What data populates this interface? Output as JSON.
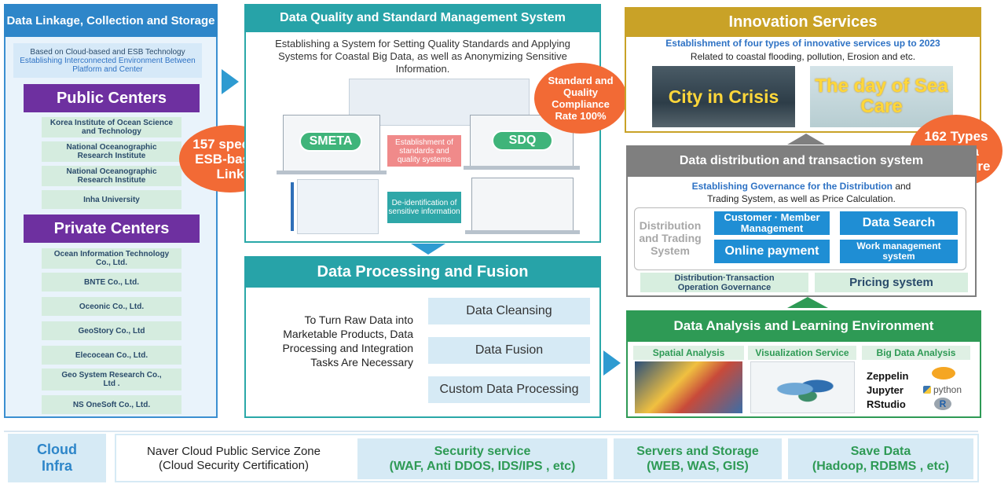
{
  "left": {
    "title": "Data Linkage, Collection and Storage",
    "note_line1": "Based on Cloud-based and ESB Technology",
    "note_line2": "Establishing Interconnected Environment Between Platform and Center",
    "public_title": "Public Centers",
    "public_items": [
      "Korea Institute of Ocean Science and Technology",
      "National Oceanographic Research Institute",
      "National Oceanographic Research Institute",
      "Inha University"
    ],
    "private_title": "Private Centers",
    "private_items": [
      "Ocean Information Technology Co., Ltd.",
      "BNTE Co., Ltd.",
      "Oceonic Co., Ltd.",
      "GeoStory Co., Ltd",
      "Elecocean Co., Ltd.",
      "Geo System Research Co., Ltd .",
      "NS OneSoft Co., Ltd."
    ]
  },
  "badges": {
    "esb": "157 species ESB-based Link",
    "quality": "Standard and Quality Compliance Rate 100%",
    "disclosure": "162 Types of Data Disclosure"
  },
  "quality": {
    "title": "Data Quality and Standard Management System",
    "desc": "Establishing a System for Setting Quality Standards and Applying Systems for Coastal Big Data, as well as Anonymizing Sensitive Information.",
    "smeta": "SMETA",
    "sdq": "SDQ",
    "standards_label": "Establishment of standards and quality systems",
    "deid_label": "De-identification of sensitive information"
  },
  "processing": {
    "title": "Data Processing and Fusion",
    "desc": "To Turn Raw Data into Marketable Products, Data Processing and Integration Tasks Are Necessary",
    "items": [
      "Data Cleansing",
      "Data Fusion",
      "Custom Data Processing"
    ]
  },
  "innovation": {
    "title": "Innovation Services",
    "line1": "Establishment of four types of innovative services up to 2023",
    "line2": "Related to  coastal flooding, pollution, Erosion and etc.",
    "img1": "City in Crisis",
    "img2": "The day of Sea Care"
  },
  "distribution": {
    "title": "Data distribution and transaction system",
    "line1_hl": "Establishing Governance for the Distribution",
    "line1_rest": " and",
    "line2": "Trading System, as well as Price Calculation.",
    "side_label": "Distribution and Trading System",
    "btn_customer": "Customer · Member Management",
    "btn_search": "Data Search",
    "btn_payment": "Online payment",
    "btn_work": "Work management system",
    "gov": "Distribution·Transaction Operation Governance",
    "pricing": "Pricing system"
  },
  "analysis": {
    "title": "Data Analysis and Learning Environment",
    "spatial": "Spatial Analysis",
    "visual": "Visualization Service",
    "bigdata": "Big Data Analysis",
    "tools": [
      "Zeppelin",
      "Jupyter",
      "RStudio"
    ],
    "python": "python"
  },
  "bottom": {
    "cloud": "Cloud Infra",
    "naver1": "Naver Cloud Public Service Zone",
    "naver2": "(Cloud Security Certification)",
    "sec_title": "Security service",
    "sec_sub": "(WAF, Anti DDOS, IDS/IPS , etc)",
    "srv_title": "Servers and Storage",
    "srv_sub": "(WEB, WAS, GIS)",
    "save_title": "Save Data",
    "save_sub": "(Hadoop, RDBMS , etc)"
  },
  "colors": {
    "blue": "#2e86c9",
    "purple": "#6e30a0",
    "teal": "#27a3a8",
    "gold": "#c9a227",
    "gray": "#7f7f7f",
    "green": "#2e9a55",
    "orange": "#f26a35"
  }
}
